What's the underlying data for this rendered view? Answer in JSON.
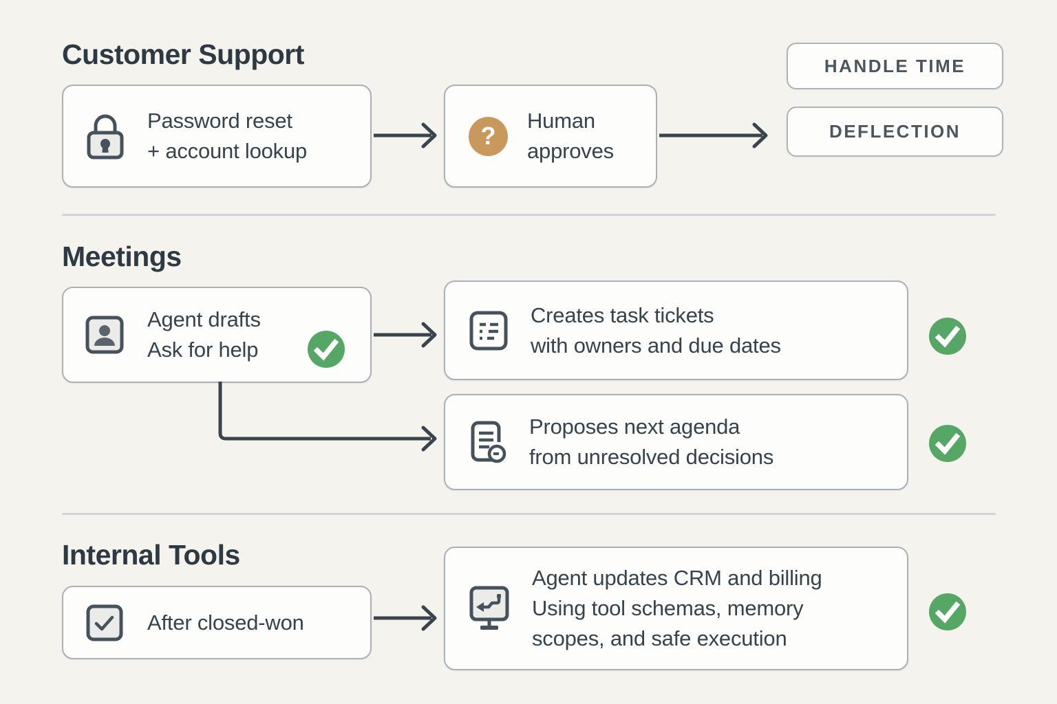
{
  "colors": {
    "background": "#f5f3ed",
    "box_background": "#fdfdfb",
    "box_border": "#a9b1b6",
    "text": "#36434c",
    "heading": "#2e3a43",
    "arrow": "#39444d",
    "divider": "#d2d3d7",
    "check_green": "#56a765",
    "question_orange": "#c9985d",
    "icon_stroke": "#46525b",
    "icon_fill": "#ebebe9"
  },
  "sections": {
    "customer_support": {
      "title": "Customer Support",
      "task_box": {
        "icon": "lock-icon",
        "lines": [
          "Password reset",
          "+ account lookup"
        ]
      },
      "approval_box": {
        "icon": "question-icon",
        "glyph": "?",
        "lines": [
          "Human",
          "approves"
        ]
      },
      "metrics": [
        {
          "label": "HANDLE TIME"
        },
        {
          "label": "DEFLECTION"
        }
      ]
    },
    "meetings": {
      "title": "Meetings",
      "agent_box": {
        "icon": "person-icon",
        "lines": [
          "Agent drafts",
          "Ask for help"
        ]
      },
      "outputs": [
        {
          "icon": "task-list-icon",
          "lines": [
            "Creates task tickets",
            "with owners and due dates"
          ]
        },
        {
          "icon": "agenda-document-icon",
          "lines": [
            "Proposes next agenda",
            "from unresolved decisions"
          ]
        }
      ]
    },
    "internal_tools": {
      "title": "Internal Tools",
      "trigger_box": {
        "icon": "checkbox-icon",
        "lines": [
          "After closed-won"
        ]
      },
      "output_box": {
        "icon": "monitor-icon",
        "lines": [
          "Agent updates CRM and billing",
          "Using tool schemas, memory",
          "scopes, and safe execution"
        ]
      }
    }
  }
}
